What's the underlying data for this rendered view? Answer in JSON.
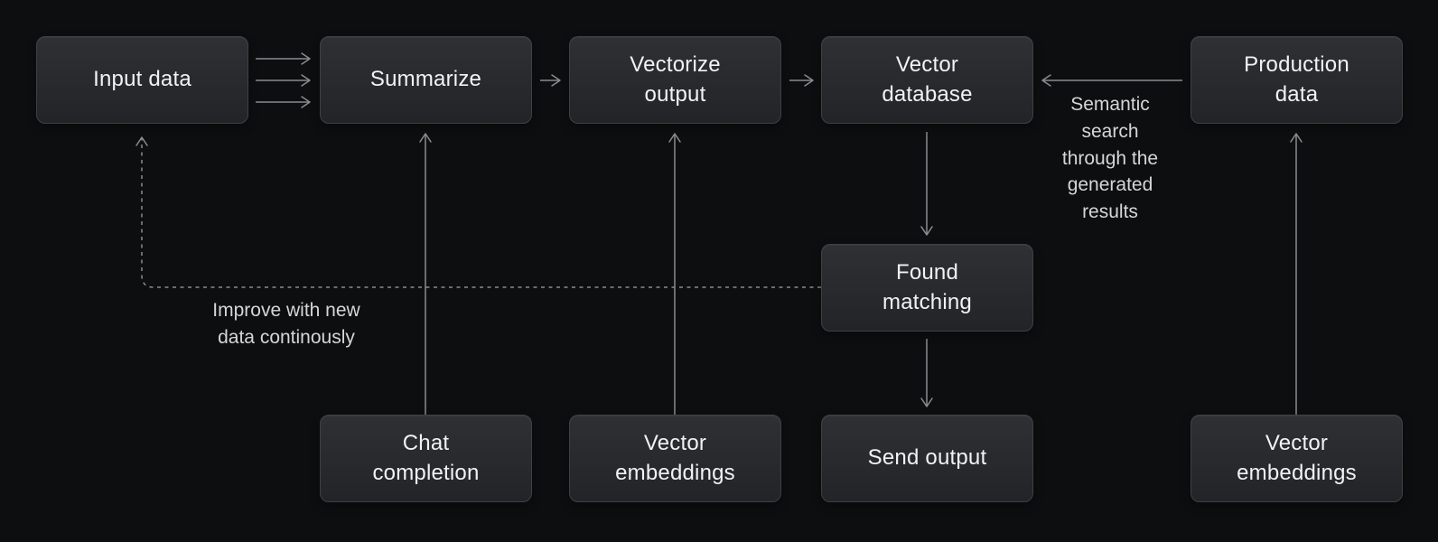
{
  "diagram_type": "flowchart",
  "colors": {
    "background": "#0d0e0f",
    "box-top": "#2e3034",
    "box-bottom": "#222427",
    "box-border": "#3e4045",
    "box-text": "#f1f2f3",
    "arrow": "#8b8c90",
    "note-text": "#d5d6d8"
  },
  "nodes": [
    {
      "id": "input-data",
      "label": "Input data"
    },
    {
      "id": "summarize",
      "label": "Summarize"
    },
    {
      "id": "vectorize-output",
      "label": "Vectorize\noutput"
    },
    {
      "id": "vector-database",
      "label": "Vector\ndatabase"
    },
    {
      "id": "production-data",
      "label": "Production\ndata"
    },
    {
      "id": "found-matching",
      "label": "Found\nmatching"
    },
    {
      "id": "chat-completion",
      "label": "Chat\ncompletion"
    },
    {
      "id": "vector-embeddings-left",
      "label": "Vector\nembeddings"
    },
    {
      "id": "send-output",
      "label": "Send output"
    },
    {
      "id": "vector-embeddings-right",
      "label": "Vector\nembeddings"
    }
  ],
  "annotations": [
    {
      "id": "semantic-search",
      "text": "Semantic\nsearch\nthrough the\ngenerated\nresults"
    },
    {
      "id": "improve-loop",
      "text": "Improve with new\ndata continously"
    }
  ],
  "edges": [
    {
      "from": "input-data",
      "to": "summarize",
      "style": "triple-solid"
    },
    {
      "from": "summarize",
      "to": "vectorize-output",
      "style": "solid"
    },
    {
      "from": "vectorize-output",
      "to": "vector-database",
      "style": "solid"
    },
    {
      "from": "production-data",
      "to": "vector-database",
      "style": "solid",
      "label": "Semantic search through the generated results"
    },
    {
      "from": "vector-database",
      "to": "found-matching",
      "style": "solid"
    },
    {
      "from": "found-matching",
      "to": "send-output",
      "style": "solid"
    },
    {
      "from": "chat-completion",
      "to": "summarize",
      "style": "solid"
    },
    {
      "from": "vector-embeddings-left",
      "to": "vectorize-output",
      "style": "solid"
    },
    {
      "from": "vector-embeddings-right",
      "to": "production-data",
      "style": "solid"
    },
    {
      "from": "found-matching",
      "to": "input-data",
      "style": "dashed",
      "label": "Improve with new data continously"
    }
  ]
}
